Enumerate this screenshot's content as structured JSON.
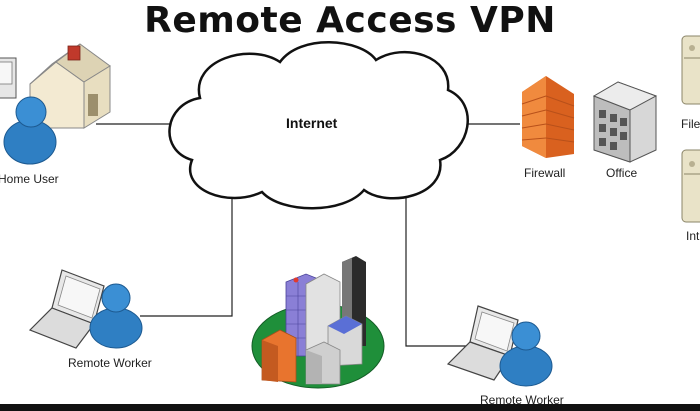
{
  "title": "Remote Access VPN",
  "cloud": {
    "label": "Internet"
  },
  "nodes": {
    "home_user": "Home User",
    "firewall": "Firewall",
    "office": "Office",
    "file_server": "File",
    "intranet_server": "Int",
    "remote_worker_left": "Remote Worker",
    "remote_worker_right": "Remote Worker"
  },
  "colors": {
    "firewall": "#e8742e",
    "user": "#3b8fd4",
    "grass": "#1f8f3a",
    "server": "#e9e3c8"
  },
  "icons": [
    "house-icon",
    "computer-icon",
    "user-icon",
    "firewall-icon",
    "office-building-icon",
    "server-icon",
    "laptop-icon",
    "city-icon"
  ]
}
